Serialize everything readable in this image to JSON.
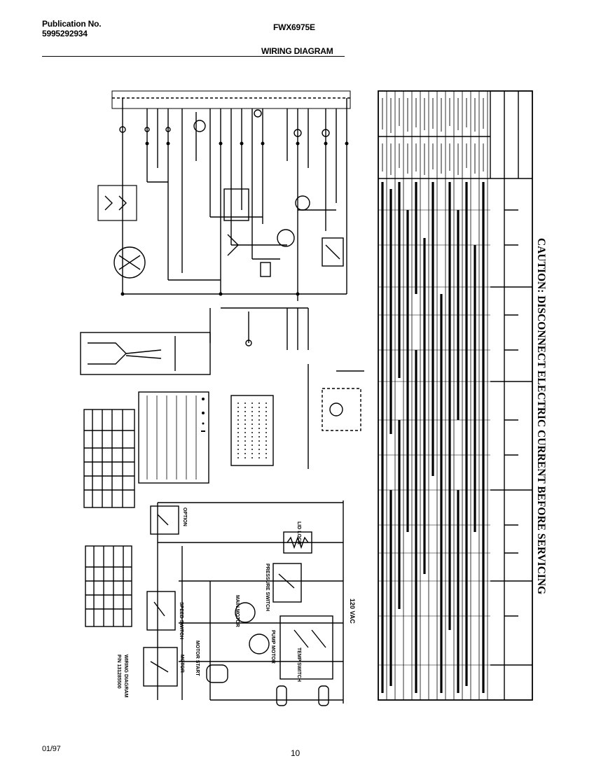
{
  "header": {
    "publication_label": "Publication No.",
    "publication_number": "5995292934",
    "model": "FWX6975E",
    "title": "WIRING DIAGRAM"
  },
  "footer": {
    "date": "01/97",
    "page": "10"
  },
  "diagram": {
    "caution": "CAUTION: DISCONNECT ELECTRIC CURRENT BEFORE SERVICING",
    "supply_voltage": "120 VAC",
    "schematic_labels": {
      "pressure_switch": "PRESSURE SWITCH",
      "lid_lock": "LID LOCK",
      "main_motor": "MAIN MOTOR",
      "pump_motor": "PUMP MOTOR",
      "temp_switch": "TEMP SWITCH",
      "speed_switch": "SPEED SWITCH",
      "motor": "MOTOR",
      "option": "OPTION",
      "motor_start": "MOTOR START",
      "wiring_diagram_ref": "WIRING DIAGRAM",
      "part_number": "P/N 131285500"
    }
  }
}
